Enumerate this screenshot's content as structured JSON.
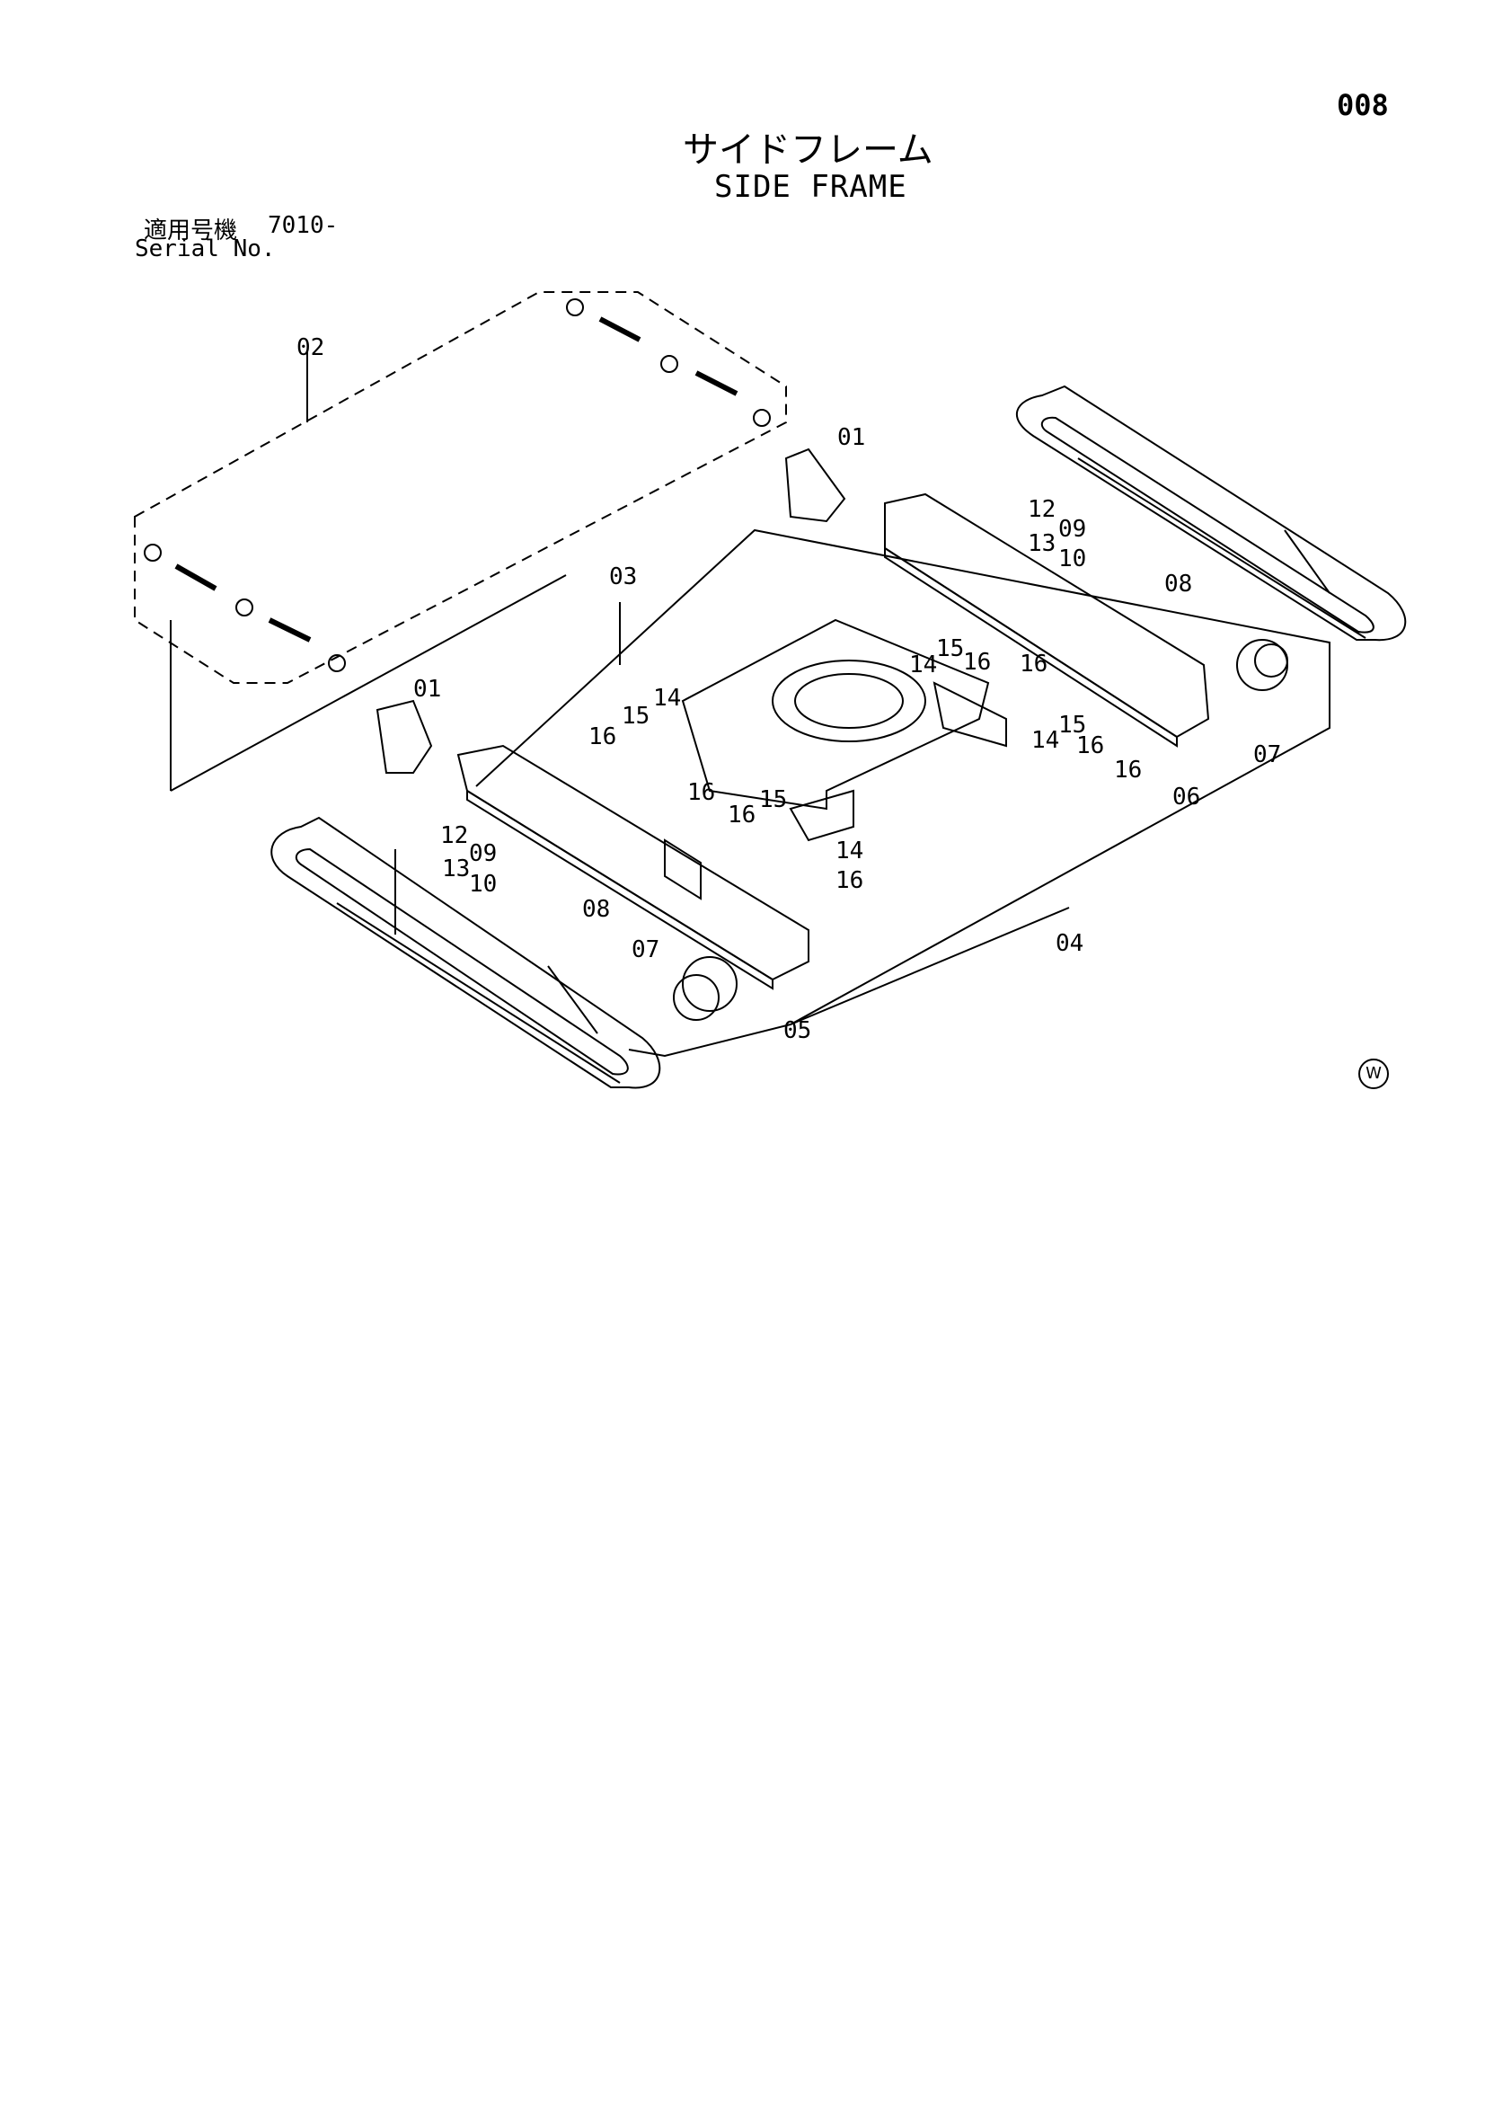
{
  "page": {
    "number": "008",
    "title_jp": "サイドフレーム",
    "title_en": "SIDE FRAME",
    "serial_label_jp": "適用号機",
    "serial_value": "7010-",
    "serial_label_en": "Serial No.",
    "mark": "W"
  },
  "callouts": [
    {
      "id": "c02",
      "text": "02"
    },
    {
      "id": "c01a",
      "text": "01"
    },
    {
      "id": "c01b",
      "text": "01"
    },
    {
      "id": "c03",
      "text": "03"
    },
    {
      "id": "c12a",
      "text": "12"
    },
    {
      "id": "c09a",
      "text": "09"
    },
    {
      "id": "c13a",
      "text": "13"
    },
    {
      "id": "c10a",
      "text": "10"
    },
    {
      "id": "c08a",
      "text": "08"
    },
    {
      "id": "c14a",
      "text": "14"
    },
    {
      "id": "c15a",
      "text": "15"
    },
    {
      "id": "c16a",
      "text": "16"
    },
    {
      "id": "c16b",
      "text": "16"
    },
    {
      "id": "c14b",
      "text": "14"
    },
    {
      "id": "c15b",
      "text": "15"
    },
    {
      "id": "c16c",
      "text": "16"
    },
    {
      "id": "c16d",
      "text": "16"
    },
    {
      "id": "c07a",
      "text": "07"
    },
    {
      "id": "c06",
      "text": "06"
    },
    {
      "id": "c16e",
      "text": "16"
    },
    {
      "id": "c15c",
      "text": "15"
    },
    {
      "id": "c14c",
      "text": "14"
    },
    {
      "id": "c16f",
      "text": "16"
    },
    {
      "id": "c12b",
      "text": "12"
    },
    {
      "id": "c09b",
      "text": "09"
    },
    {
      "id": "c13b",
      "text": "13"
    },
    {
      "id": "c10b",
      "text": "10"
    },
    {
      "id": "c08b",
      "text": "08"
    },
    {
      "id": "c16g",
      "text": "16"
    },
    {
      "id": "c15d",
      "text": "15"
    },
    {
      "id": "c14d",
      "text": "14"
    },
    {
      "id": "c16h",
      "text": "16"
    },
    {
      "id": "c04",
      "text": "04"
    },
    {
      "id": "c07b",
      "text": "07"
    },
    {
      "id": "c05",
      "text": "05"
    }
  ]
}
